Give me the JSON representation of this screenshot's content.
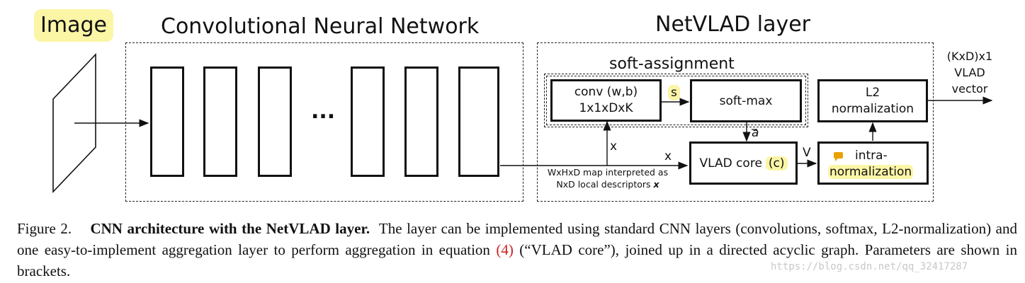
{
  "input_label": "Image",
  "cnn": {
    "title": "Convolutional Neural Network",
    "ellipsis": "..."
  },
  "netvlad": {
    "title": "NetVLAD layer",
    "soft_assignment_label": "soft-assignment",
    "conv_line1": "conv (w,b)",
    "conv_line2": "1x1xDxK",
    "s_label": "s",
    "softmax_label": "soft-max",
    "abar_label": "a",
    "x_label_vertical": "x",
    "x_label_horizontal": "x",
    "map_note_line1": "WxHxD map interpreted as",
    "map_note_line2_prefix": "NxD local descriptors",
    "map_note_line2_var": "x",
    "vlad_core_prefix": "VLAD core",
    "vlad_core_param": "(c)",
    "v_label": "V",
    "intra_line1": "intra-",
    "intra_line2": "normalization",
    "l2_line1": "L2",
    "l2_line2": "normalization",
    "output_line1": "(KxD)x1",
    "output_line2": "VLAD",
    "output_line3": "vector"
  },
  "caption": {
    "fig_label": "Figure 2.",
    "bold": "CNN architecture with the NetVLAD layer.",
    "text1": "The layer can be implemented using standard CNN layers (convolutions, softmax, L2-normalization) and one easy-to-implement aggregation layer to perform aggregation in equation",
    "eq_ref": "(4)",
    "text2": "(“VLAD core”), joined up in a directed acyclic graph. Parameters are shown in brackets."
  },
  "watermark": "https://blog.csdn.net/qq_32417287",
  "colors": {
    "highlight": "#fbf5a6",
    "eq_ref": "#cc2222",
    "watermark": "#c8c8c8"
  }
}
